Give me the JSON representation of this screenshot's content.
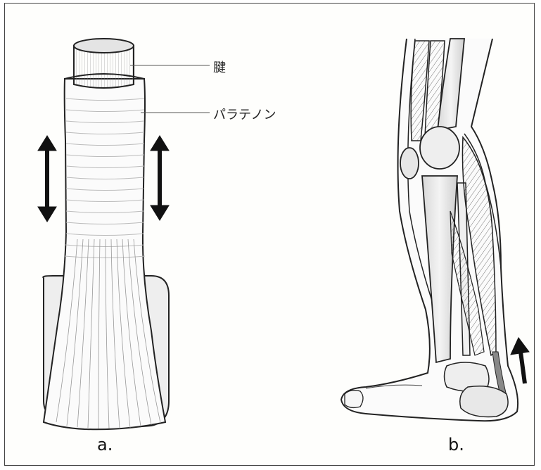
{
  "panel_a": {
    "caption": "a.",
    "label_tendon": "腱",
    "label_paratenon": "パラテノン"
  },
  "panel_b": {
    "caption": "b."
  }
}
